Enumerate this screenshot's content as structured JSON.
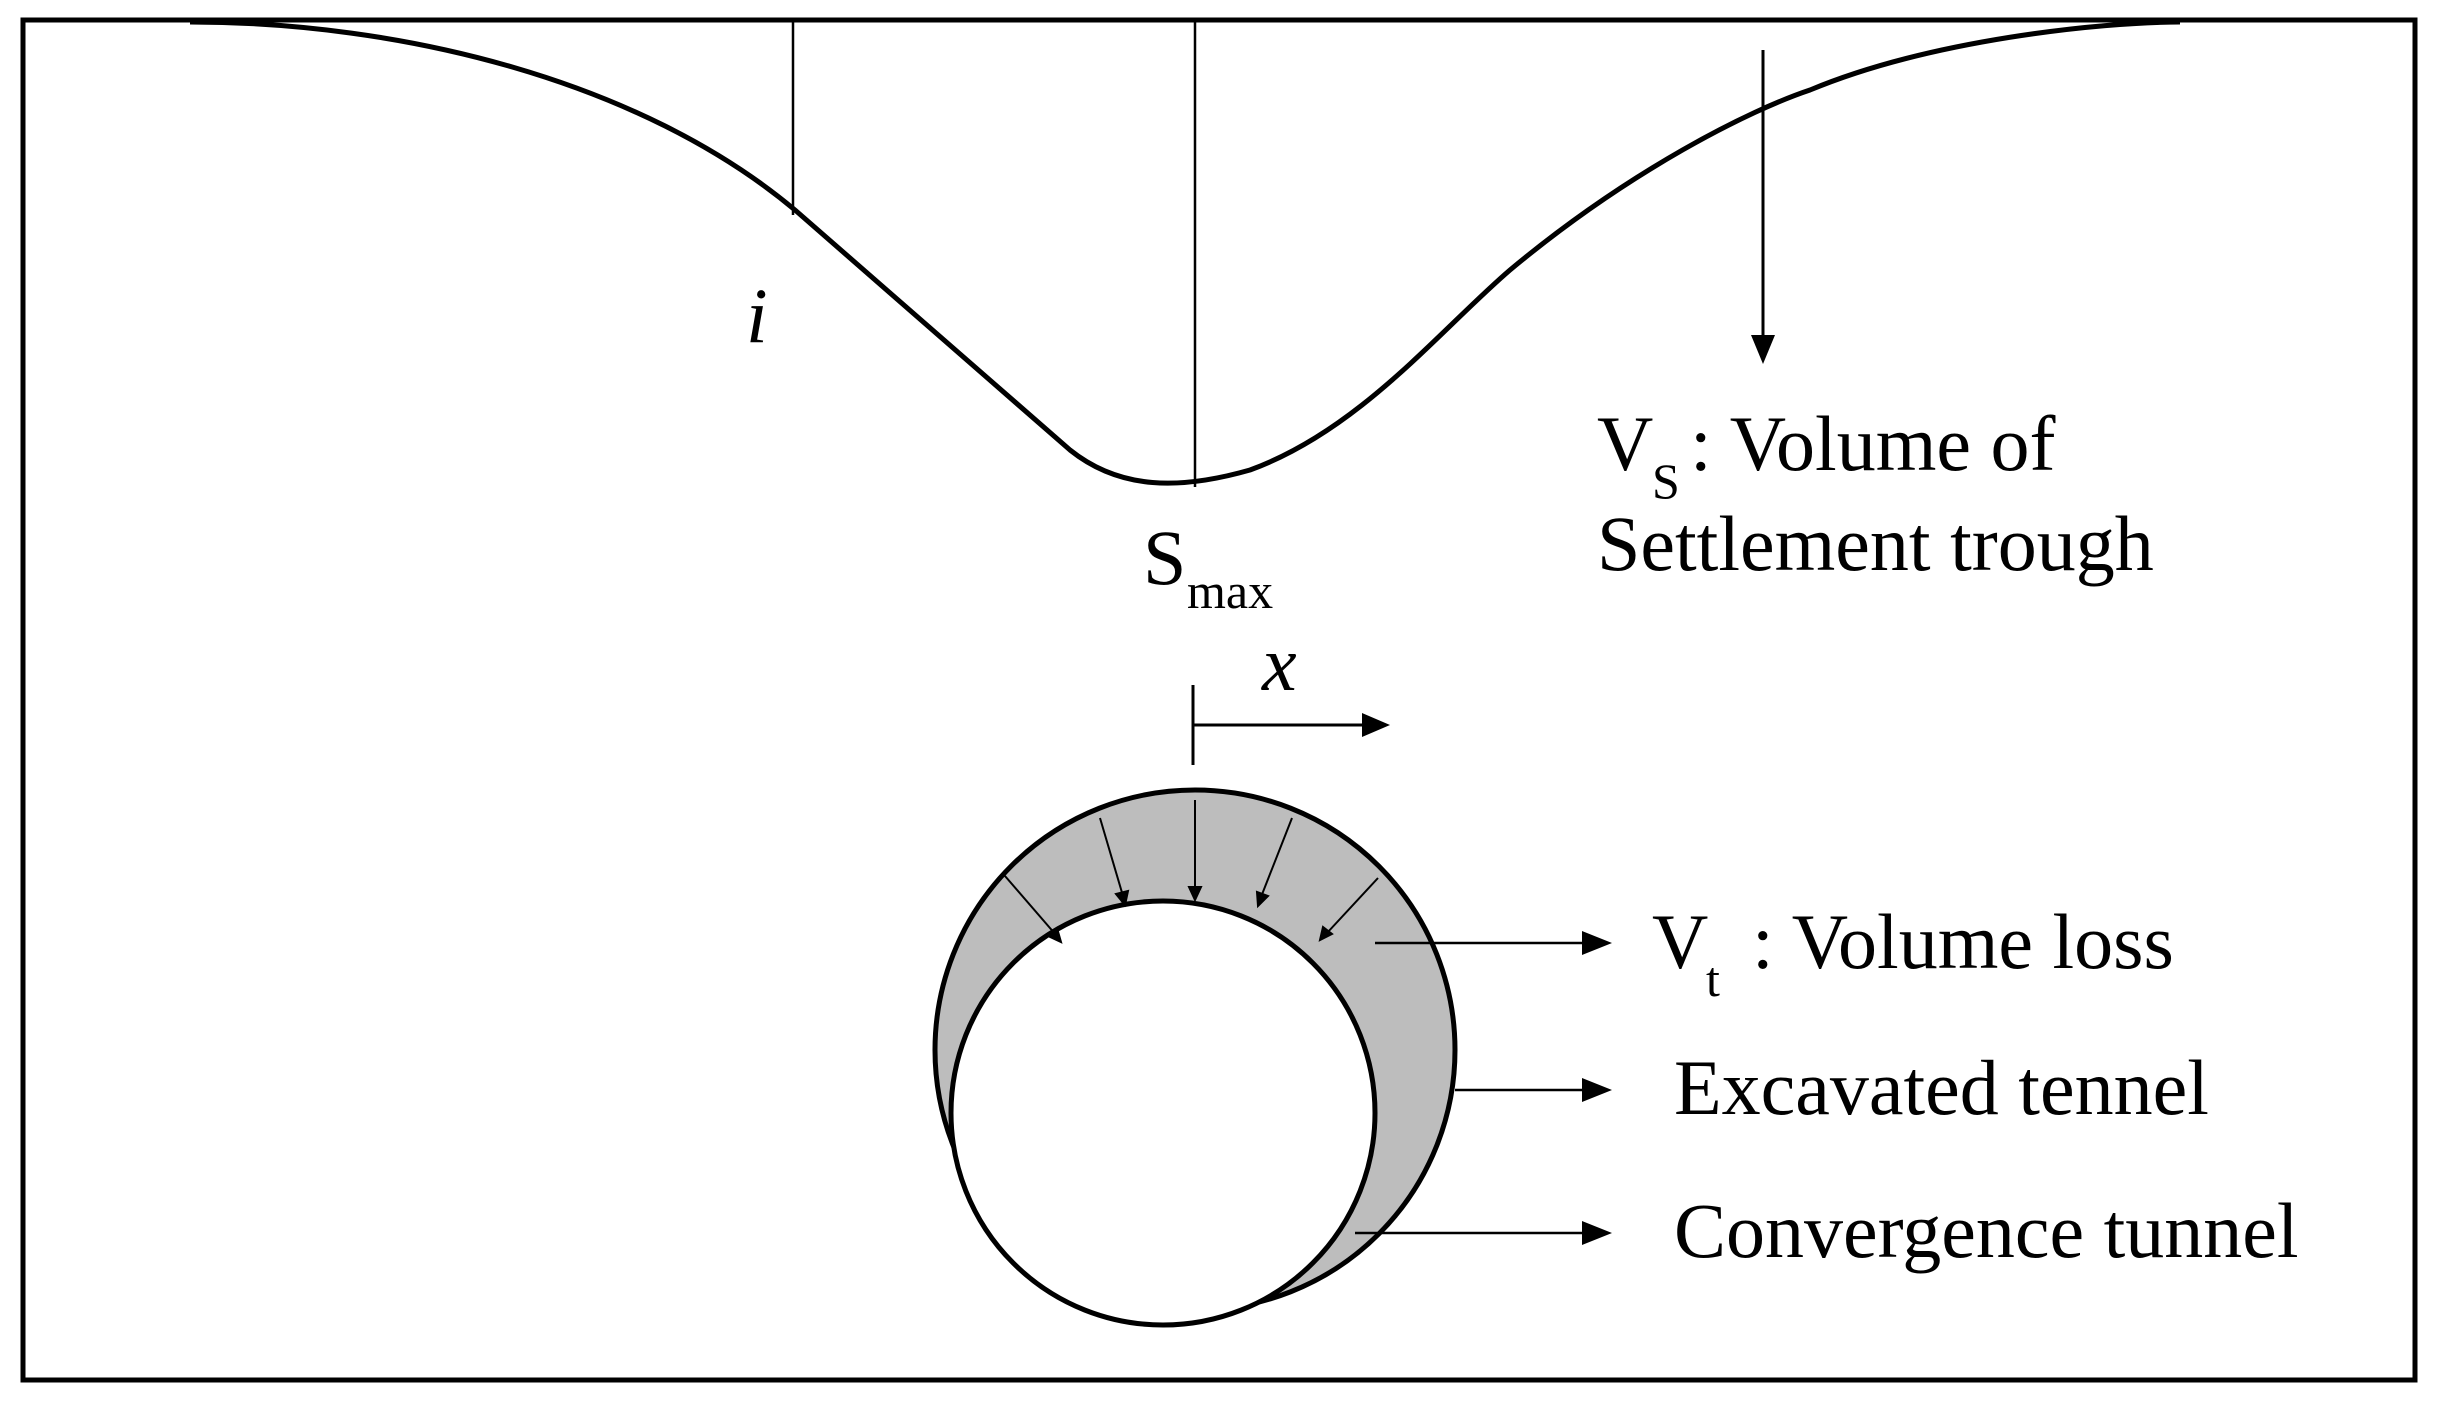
{
  "labels": {
    "inflection_point": "i",
    "max_settlement_main": "S",
    "max_settlement_sub": "max",
    "x_axis": "x",
    "vs_main": "V",
    "vs_sub": "S",
    "vs_desc_line1": ": Volume of",
    "vs_desc_line2": "Settlement trough",
    "vt_main": "V",
    "vt_sub": "t",
    "vt_desc": ": Volume loss",
    "excavated": "Excavated tennel",
    "convergence": "Convergence tunnel"
  },
  "colors": {
    "line": "#000000",
    "volume_loss_fill": "#bdbdbd",
    "background": "#ffffff"
  }
}
